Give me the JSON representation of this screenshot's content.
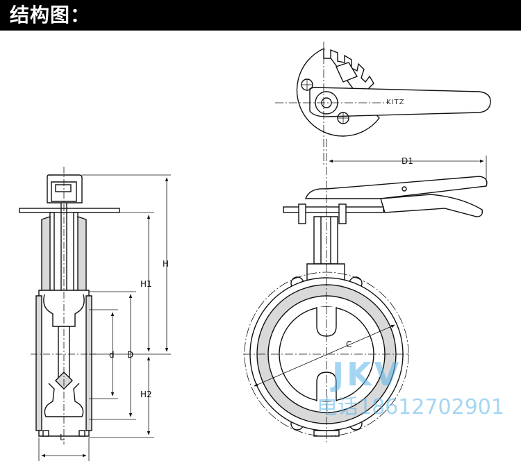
{
  "header": {
    "title": "结构图："
  },
  "dimensions": {
    "h": "H",
    "h1": "H1",
    "h2": "H2",
    "d_small": "d",
    "d_large": "D",
    "l": "L",
    "d1": "D1",
    "c": "C"
  },
  "handle": {
    "brand": "KITZ"
  },
  "watermark": {
    "logo": "JKV",
    "phone": "电话18612702901"
  },
  "colors": {
    "line": "#111111",
    "shade": "#d9d9d9",
    "header_bg": "#000000",
    "watermark": "#5ab4ea"
  }
}
